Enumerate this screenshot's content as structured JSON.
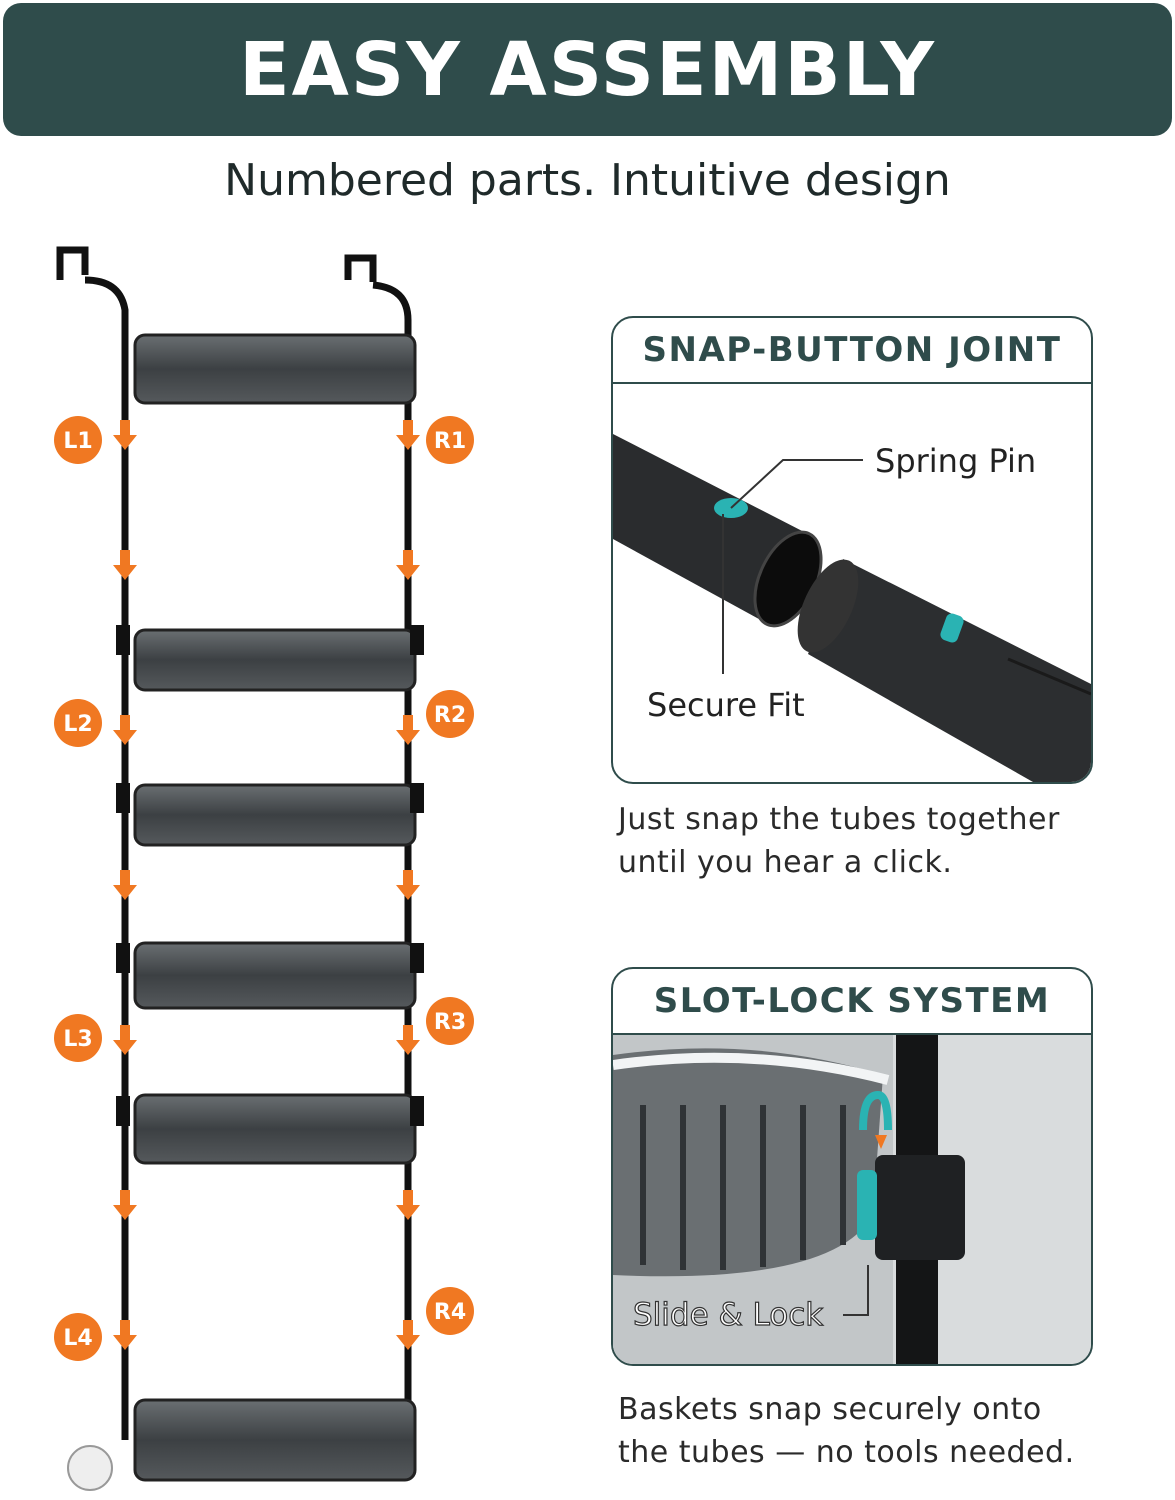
{
  "header": {
    "title": "EASY ASSEMBLY",
    "subtitle": "Numbered parts. Intuitive design"
  },
  "rack": {
    "part_labels": [
      "L1",
      "R1",
      "L2",
      "R2",
      "L3",
      "R3",
      "L4",
      "R4"
    ],
    "accent_color": "#f07822"
  },
  "snap_panel": {
    "title": "SNAP-BUTTON JOINT",
    "callout_spring_pin": "Spring Pin",
    "callout_secure_fit": "Secure Fit",
    "description_line1": "Just snap the tubes together",
    "description_line2": "until you hear a click."
  },
  "slot_panel": {
    "title": "SLOT-LOCK SYSTEM",
    "callout_slide_lock": "Slide & Lock",
    "description_line1": "Baskets snap securely onto",
    "description_line2": "the tubes — no tools needed."
  },
  "colors": {
    "brand": "#2f4c4b",
    "accent": "#f07822",
    "teal": "#2ab3b3"
  }
}
